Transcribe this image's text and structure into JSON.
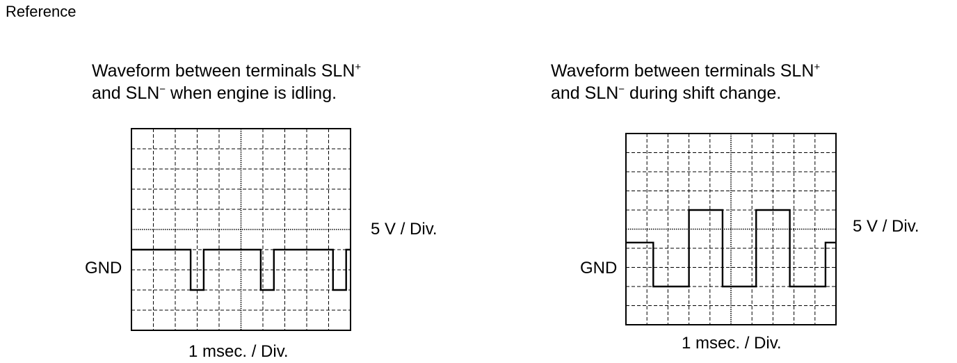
{
  "heading": "Reference",
  "panels": [
    {
      "caption_line1_pre": "Waveform between terminals SLN",
      "caption_line1_sup": "+",
      "caption_line2_pre": "and SLN",
      "caption_line2_sup": "−",
      "caption_line2_post": " when engine is idling.",
      "gnd_label": "GND",
      "volt_label": "5 V / Div.",
      "time_label": "1 msec. / Div.",
      "grid": {
        "cols": 10,
        "rows": 10
      },
      "waveform": [
        [
          0,
          4
        ],
        [
          2.7,
          4
        ],
        [
          2.7,
          2
        ],
        [
          3.3,
          2
        ],
        [
          3.3,
          4
        ],
        [
          5.9,
          4
        ],
        [
          5.9,
          2
        ],
        [
          6.5,
          2
        ],
        [
          6.5,
          4
        ],
        [
          9.2,
          4
        ],
        [
          9.2,
          2
        ],
        [
          9.8,
          2
        ],
        [
          9.8,
          4
        ],
        [
          10,
          4
        ]
      ]
    },
    {
      "caption_line1_pre": "Waveform between terminals SLN",
      "caption_line1_sup": "+",
      "caption_line2_pre": "and SLN",
      "caption_line2_sup": "−",
      "caption_line2_post": " during shift change.",
      "gnd_label": "GND",
      "volt_label": "5 V / Div.",
      "time_label": "1 msec. / Div.",
      "grid": {
        "cols": 10,
        "rows": 10
      },
      "waveform": [
        [
          0,
          4.3
        ],
        [
          1.3,
          4.3
        ],
        [
          1.3,
          2
        ],
        [
          3,
          2
        ],
        [
          3,
          6
        ],
        [
          4.6,
          6
        ],
        [
          4.6,
          4.3
        ],
        [
          4.6,
          2
        ],
        [
          6.2,
          2
        ],
        [
          6.2,
          4.3
        ],
        [
          6.2,
          6
        ],
        [
          7.8,
          6
        ],
        [
          7.8,
          2
        ],
        [
          9.5,
          2
        ],
        [
          9.5,
          4.3
        ],
        [
          10,
          4.3
        ]
      ]
    }
  ]
}
